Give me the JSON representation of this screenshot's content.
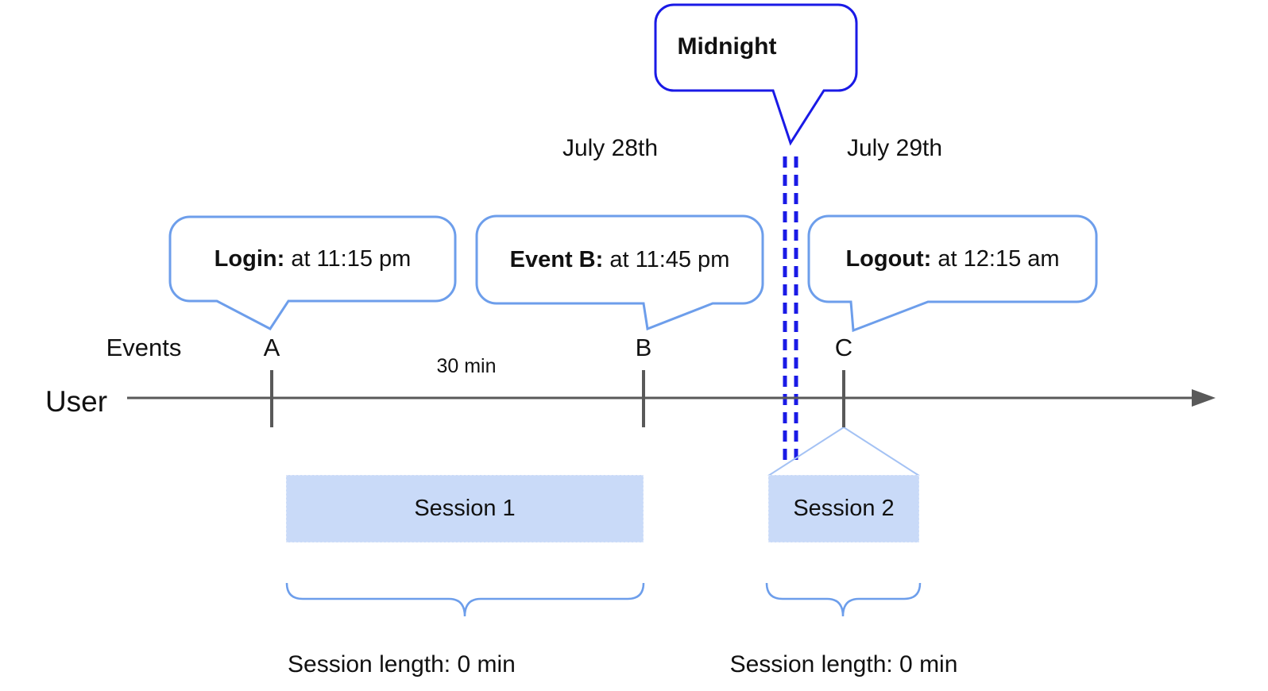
{
  "title_bubble": {
    "text": "Midnight"
  },
  "dates": {
    "left": "July 28th",
    "right": "July 29th"
  },
  "axis": {
    "events_label": "Events",
    "user_label": "User",
    "interval_label": "30 min"
  },
  "events": [
    {
      "id": "A",
      "label": "Login:",
      "time": "at 11:15 pm"
    },
    {
      "id": "B",
      "label": "Event B:",
      "time": "at 11:45 pm"
    },
    {
      "id": "C",
      "label": "Logout:",
      "time": "at 12:15 am"
    }
  ],
  "sessions": [
    {
      "name": "Session 1",
      "length_label": "Session length: 0 min"
    },
    {
      "name": "Session 2",
      "length_label": "Session length: 0 min"
    }
  ],
  "colors": {
    "callout_border": "#6d9eeb",
    "midnight_border": "#1a1ae6",
    "dashed_line": "#1a1ae6",
    "session_fill": "#c9daf8",
    "funnel_line": "#a4c2f4",
    "timeline": "#595959"
  }
}
